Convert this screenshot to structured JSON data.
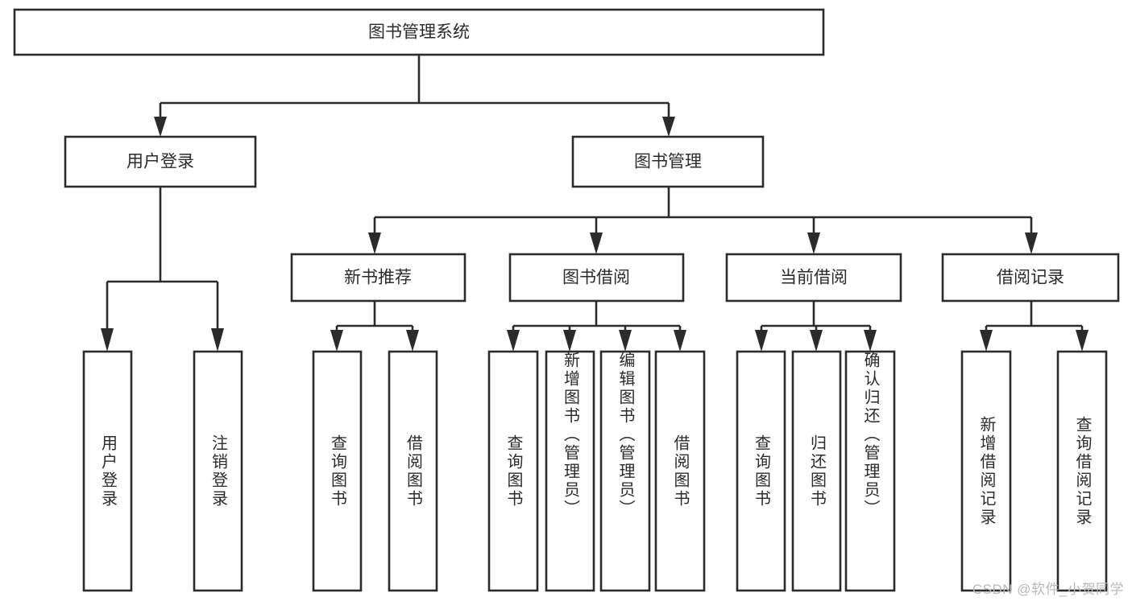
{
  "diagram": {
    "title": "图书管理系统",
    "type": "hierarchy-tree",
    "root": {
      "label": "图书管理系统"
    },
    "level2": [
      {
        "label": "用户登录"
      },
      {
        "label": "图书管理"
      }
    ],
    "level3": [
      {
        "label": "新书推荐"
      },
      {
        "label": "图书借阅"
      },
      {
        "label": "当前借阅"
      },
      {
        "label": "借阅记录"
      }
    ],
    "leaves": {
      "user_login": [
        {
          "label": "用户登录"
        },
        {
          "label": "注销登录"
        }
      ],
      "new_book_recommend": [
        {
          "label": "查询图书"
        },
        {
          "label": "借阅图书"
        }
      ],
      "book_borrow": [
        {
          "label": "查询图书"
        },
        {
          "label": "新增图书（管理员）"
        },
        {
          "label": "编辑图书（管理员）"
        },
        {
          "label": "借阅图书"
        }
      ],
      "current_borrow": [
        {
          "label": "查询图书"
        },
        {
          "label": "归还图书"
        },
        {
          "label": "确认归还（管理员）"
        }
      ],
      "borrow_record": [
        {
          "label": "新增借阅记录"
        },
        {
          "label": "查询借阅记录"
        }
      ]
    }
  },
  "watermark": {
    "text": "CSDN @软件_小贺同学"
  },
  "colors": {
    "stroke": "#2b2b2b",
    "box_fill": "#ffffff",
    "background": "#ffffff",
    "watermark": "#b9b9b9"
  }
}
